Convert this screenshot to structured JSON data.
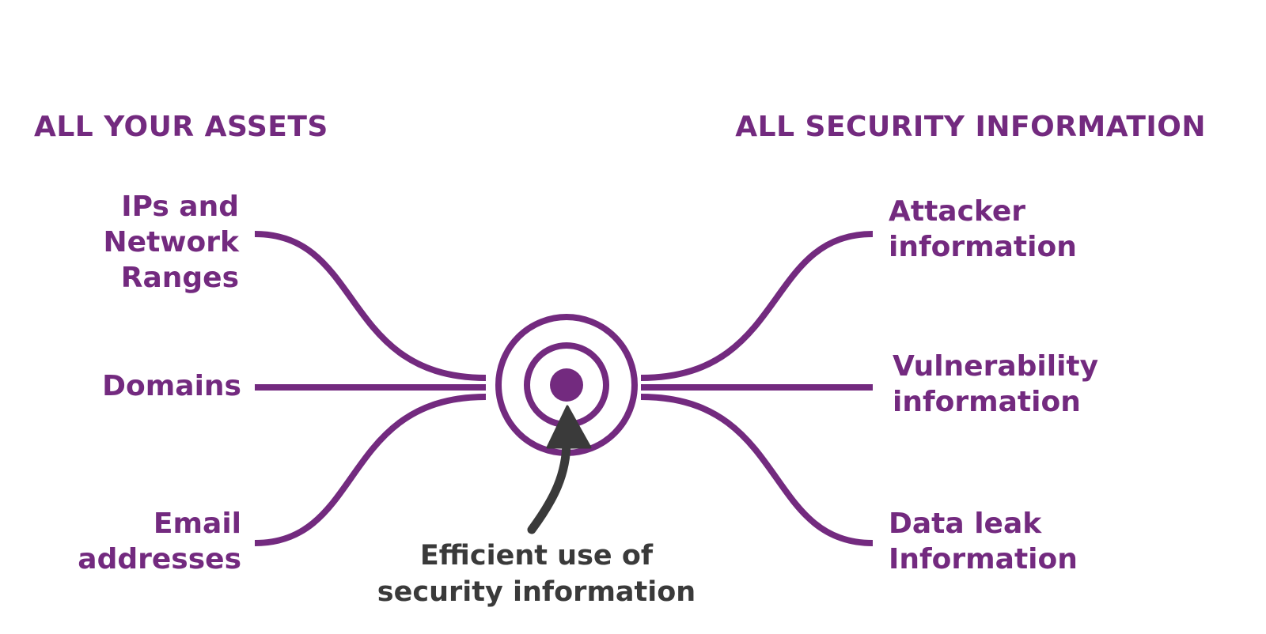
{
  "colors": {
    "accent": "#732a7f",
    "caption": "#3a3a3a",
    "background": "#ffffff"
  },
  "headings": {
    "left": "ALL YOUR ASSETS",
    "right": "ALL SECURITY INFORMATION"
  },
  "assets": [
    "IPs and\nNetwork\nRanges",
    "Domains",
    "Email\naddresses"
  ],
  "security_info": [
    "Attacker\ninformation",
    "Vulnerability\ninformation",
    "Data leak\nInformation"
  ],
  "caption": "Efficient use of\nsecurity information",
  "icons": {
    "center": "target-icon",
    "pointer": "arrow-icon"
  }
}
